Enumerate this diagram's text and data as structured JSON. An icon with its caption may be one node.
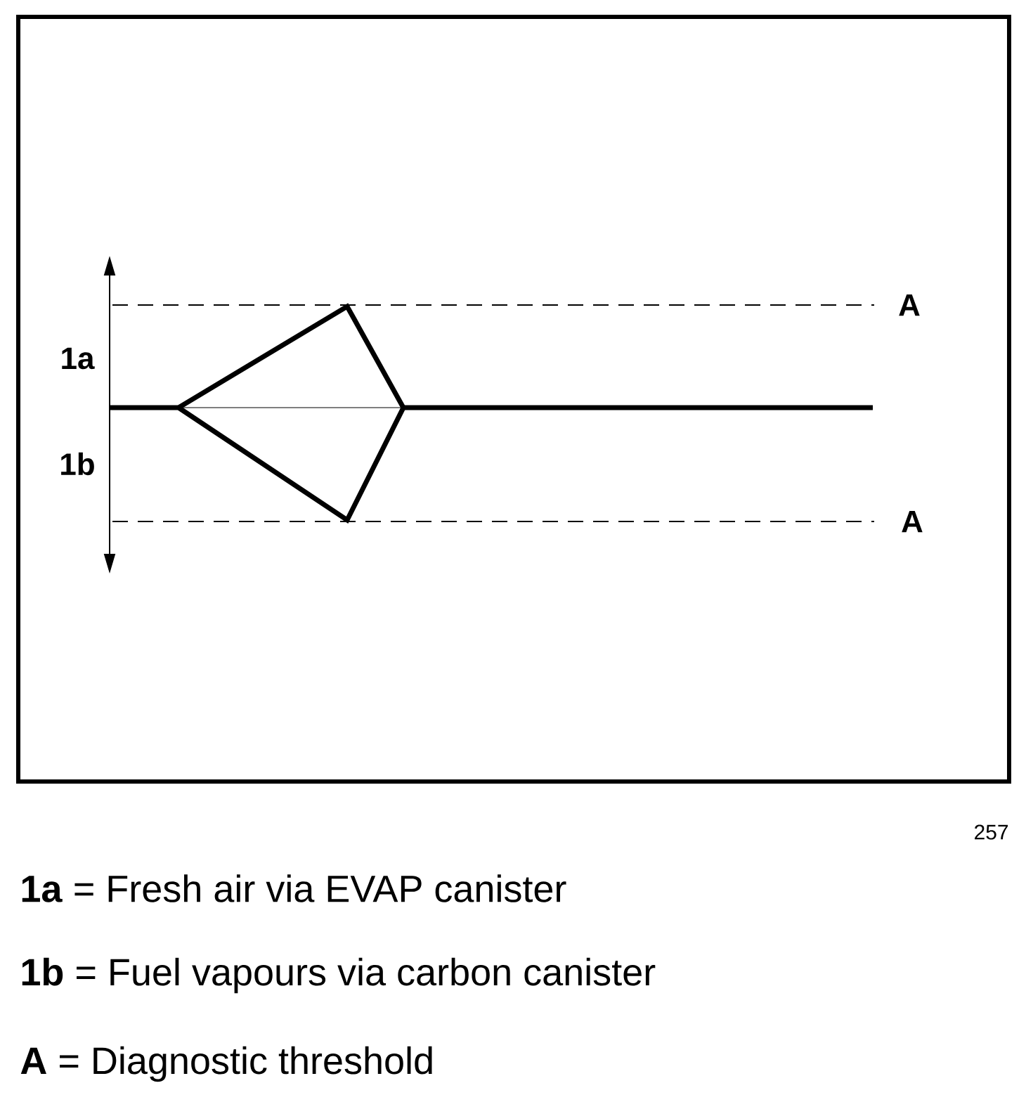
{
  "diagram": {
    "labels": [
      "A",
      "1a",
      "1b",
      "A",
      "257",
      "**1a** = Fresh air via EVAP canister",
      "**1b** = Fuel vapours via carbon canister",
      "**A**  = Diagnostic threshold"
    ]
  }
}
